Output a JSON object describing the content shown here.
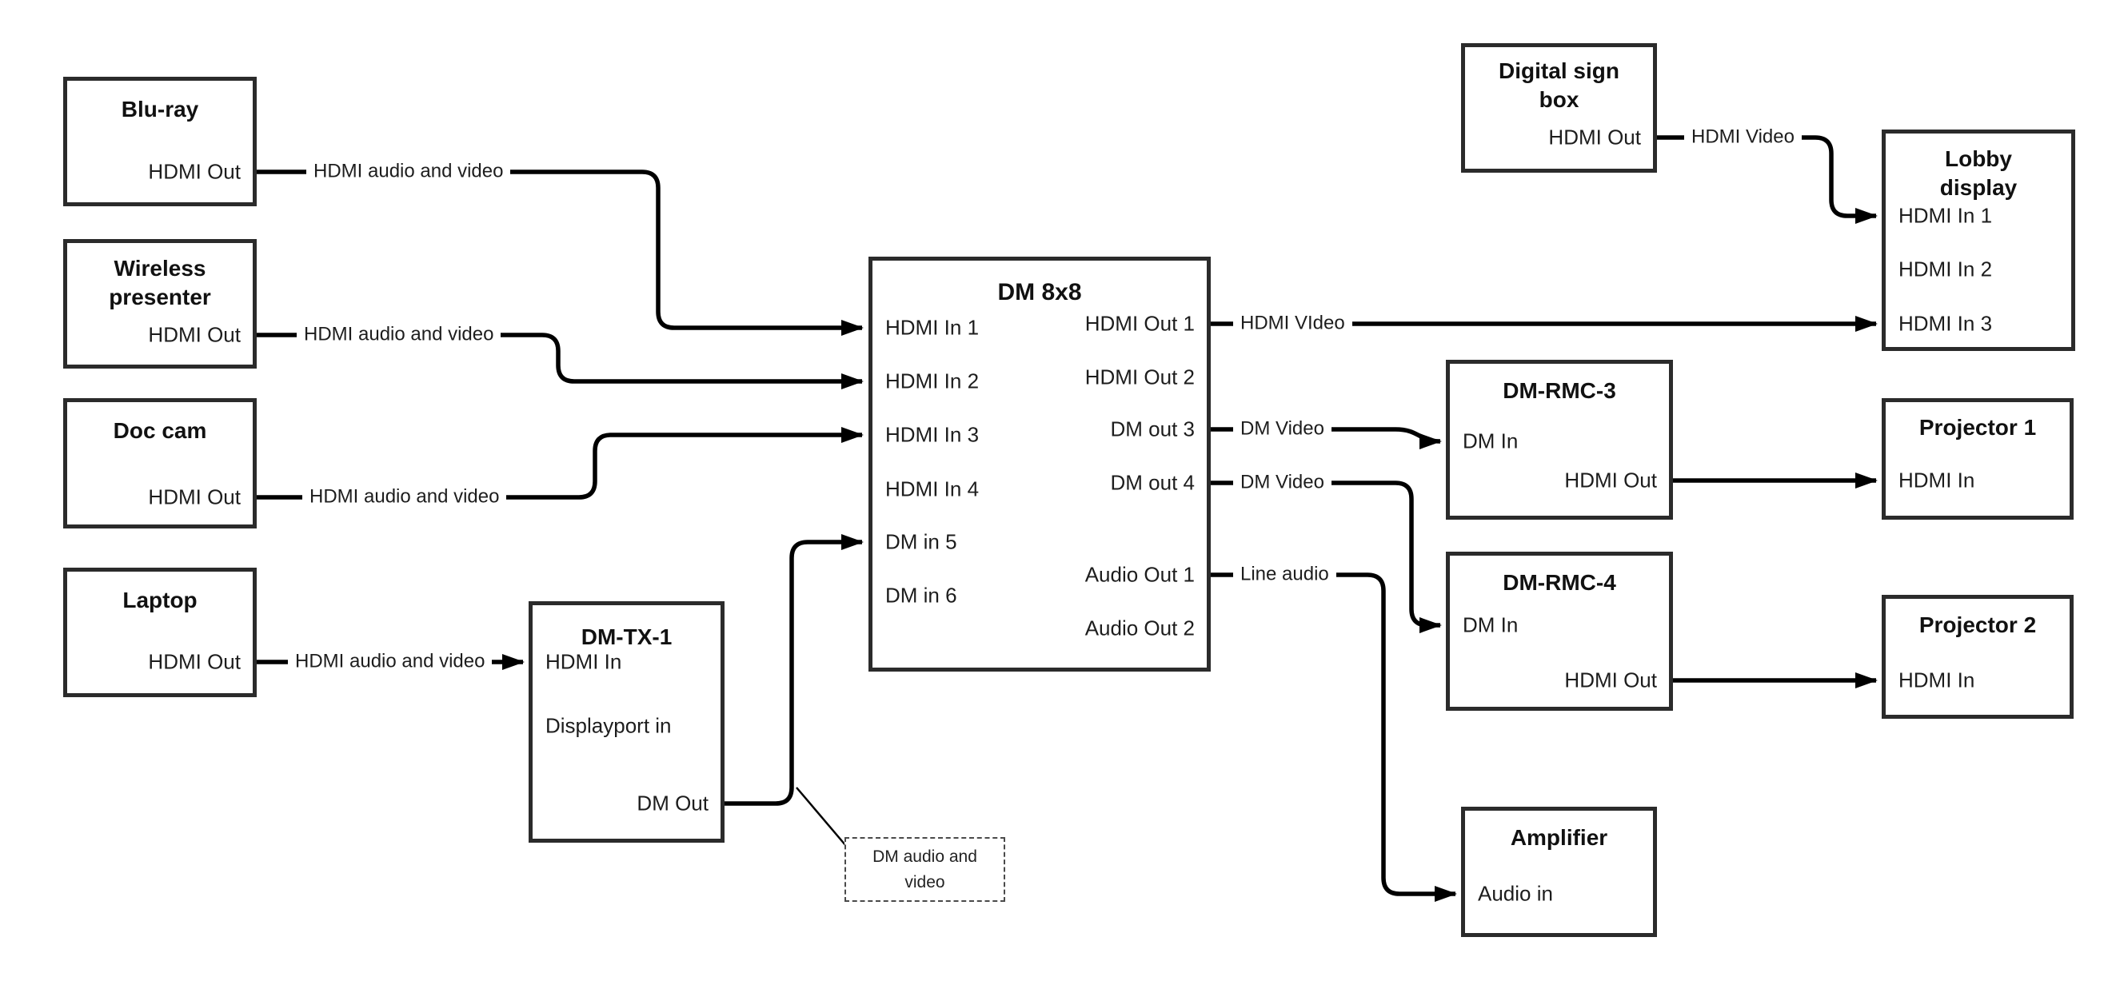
{
  "diagram": {
    "colors": {
      "background": "#ffffff",
      "line": "#000000",
      "border": "#2b2b2b"
    },
    "nodes": {
      "bluray": {
        "title": "Blu-ray",
        "port_hdmi_out": "HDMI Out"
      },
      "wireless_presenter": {
        "title": "Wireless presenter",
        "port_hdmi_out": "HDMI Out"
      },
      "doc_cam": {
        "title": "Doc cam",
        "port_hdmi_out": "HDMI Out"
      },
      "laptop": {
        "title": "Laptop",
        "port_hdmi_out": "HDMI Out"
      },
      "dm_tx_1": {
        "title": "DM-TX-1",
        "port_hdmi_in": "HDMI In",
        "port_displayport_in": "Displayport in",
        "port_dm_out": "DM Out"
      },
      "dm_8x8": {
        "title": "DM 8x8",
        "inputs": [
          "HDMI In 1",
          "HDMI In 2",
          "HDMI In 3",
          "HDMI In 4",
          "DM in 5",
          "DM in 6"
        ],
        "outputs": [
          "HDMI Out 1",
          "HDMI Out 2",
          "DM out 3",
          "DM out 4",
          "Audio Out 1",
          "Audio Out 2"
        ]
      },
      "digital_sign_box": {
        "title": "Digital sign box",
        "port_hdmi_out": "HDMI Out"
      },
      "lobby_display": {
        "title": "Lobby display",
        "ports": [
          "HDMI In 1",
          "HDMI In 2",
          "HDMI In 3"
        ]
      },
      "dm_rmc_3": {
        "title": "DM-RMC-3",
        "port_dm_in": "DM In",
        "port_hdmi_out": "HDMI Out"
      },
      "projector_1": {
        "title": "Projector 1",
        "port_hdmi_in": "HDMI In"
      },
      "dm_rmc_4": {
        "title": "DM-RMC-4",
        "port_dm_in": "DM In",
        "port_hdmi_out": "HDMI Out"
      },
      "projector_2": {
        "title": "Projector 2",
        "port_hdmi_in": "HDMI In"
      },
      "amplifier": {
        "title": "Amplifier",
        "port_audio_in": "Audio in"
      }
    },
    "edge_labels": {
      "bluray_to_dm8x8": "HDMI audio and video",
      "wireless_to_dm8x8": "HDMI audio and video",
      "doccam_to_dm8x8": "HDMI audio and video",
      "laptop_to_dmtx1": "HDMI audio and video",
      "signbox_to_lobby": "HDMI Video",
      "hdmiout1_to_lobby": "HDMI VIdeo",
      "dmout3_to_rmc3": "DM Video",
      "dmout4_to_rmc4": "DM Video",
      "audioout1_to_amp": "Line audio"
    },
    "annotation": "DM audio and video"
  }
}
